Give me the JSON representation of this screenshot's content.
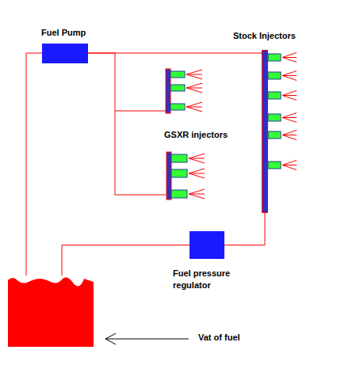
{
  "diagram": {
    "nodes": [
      {
        "text": [
          "Fuel Pump"
        ]
      },
      {
        "text": [
          "Stock Injectors"
        ]
      },
      {
        "text": [
          "GSXR injectors"
        ]
      },
      {
        "text": [
          "Fuel pressure regulator"
        ]
      },
      {
        "text": [
          "Vat of fuel"
        ]
      }
    ],
    "edges": [
      {
        "from": 4,
        "to": 0,
        "arrow": "none"
      },
      {
        "from": 0,
        "to": 1,
        "arrow": "none"
      },
      {
        "from": 0,
        "to": 2,
        "arrow": "none"
      },
      {
        "from": 1,
        "to": 3,
        "arrow": "none"
      },
      {
        "from": 3,
        "to": 4,
        "arrow": "none"
      }
    ]
  }
}
